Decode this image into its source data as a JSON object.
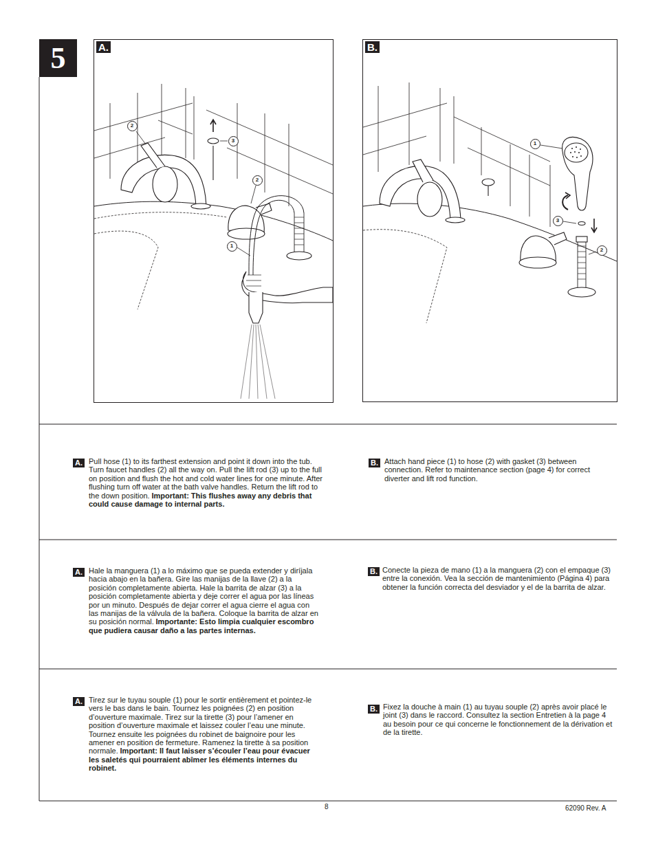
{
  "diagram": {
    "nodes": [
      {
        "text": [
          "5"
        ]
      },
      {
        "text": [
          "A."
        ]
      },
      {
        "text": [
          "2"
        ],
        "in": 1
      },
      {
        "text": [
          "3"
        ],
        "in": 1
      },
      {
        "text": [
          "2"
        ],
        "in": 1
      },
      {
        "text": [
          "1"
        ],
        "in": 1
      },
      {
        "text": [
          "B."
        ]
      },
      {
        "text": [
          "1"
        ],
        "in": 6
      },
      {
        "text": [
          "3"
        ],
        "in": 6
      },
      {
        "text": [
          "2"
        ],
        "in": 6
      },
      {
        "text": [
          "A."
        ]
      },
      {
        "text": [
          "B."
        ]
      },
      {
        "text": [
          "A."
        ]
      },
      {
        "text": [
          "B."
        ]
      },
      {
        "text": [
          "A."
        ]
      },
      {
        "text": [
          "B."
        ]
      }
    ],
    "labels": [
      "Pull hose (1) to its farthest extension and point it down into the tub. Turn faucet handles (2) all the way on. Pull the lift rod (3) up to the full on position and flush the hot and cold water lines for one minute. After flushing turn off water at the bath valve handles. Return the lift rod to the down position.",
      "Important: This flushes away any debris that could cause damage to internal parts.",
      "Attach hand piece (1) to hose (2) with gasket (3) between connection. Refer to maintenance section (page 4) for correct diverter and lift rod function.",
      "Hale la manguera (1) a lo máximo que se pueda extender y diríjala hacia abajo en la bañera. Gire las manijas de la llave (2) a la posición completamente abierta. Hale la barrita de alzar (3) a la posición completamente abierta y deje correr el agua por las líneas por un minuto. Después de dejar correr el agua cierre el agua con las manijas de la válvula de la bañera. Coloque la barrita de alzar en su posición normal.",
      "Importante: Esto limpia cualquier escombro que pudiera causar daño a las partes internas.",
      "Conecte la pieza de mano (1) a la manguera (2) con el empaque (3) entre la conexión. Vea la sección de mantenimiento (Página 4) para obtener la función correcta del desviador y el de la barrita de alzar.",
      "Tirez sur le tuyau souple (1) pour le sortir entièrement et pointez-le vers le bas dans le bain. Tournez les poignées (2) en position d’ouverture maximale. Tirez sur la tirette (3) pour l’amener en position d’ouverture maximale et laissez couler l’eau une minute. Tournez ensuite les poignées du robinet de baignoire pour les amener en position de fermeture. Ramenez la tirette à sa position normale.",
      "Important: Il faut laisser s’écouler l’eau pour évacuer les saletés qui pourraient abîmer les éléments internes du robinet.",
      "Fixez la douche à main (1) au tuyau souple (2) après avoir placé le joint (3) dans le raccord. Consultez la section Entretien à la page 4 au besoin pour ce qui concerne le fonctionnement de la dérivation et de la tirette.",
      "8",
      "62090 Rev. A"
    ]
  }
}
